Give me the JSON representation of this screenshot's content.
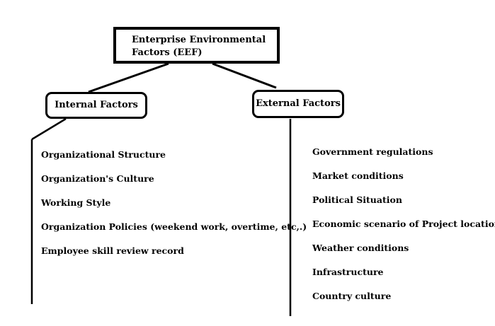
{
  "root": {
    "line1": "Enterprise Environmental",
    "line2": "Factors (EEF)"
  },
  "internal": {
    "title": "Internal Factors",
    "items": [
      "Organizational Structure",
      "Organization's Culture",
      "Working Style",
      "Organization Policies (weekend work, overtime, etc,.)",
      "Employee skill review record"
    ]
  },
  "external": {
    "title": "External Factors",
    "items": [
      "Government regulations",
      "Market conditions",
      "Political Situation",
      "Economic scenario of Project location",
      "Weather conditions",
      "Infrastructure",
      "Country culture"
    ]
  },
  "colors": {
    "line": "#000000",
    "background": "#ffffff",
    "text": "#000000"
  }
}
